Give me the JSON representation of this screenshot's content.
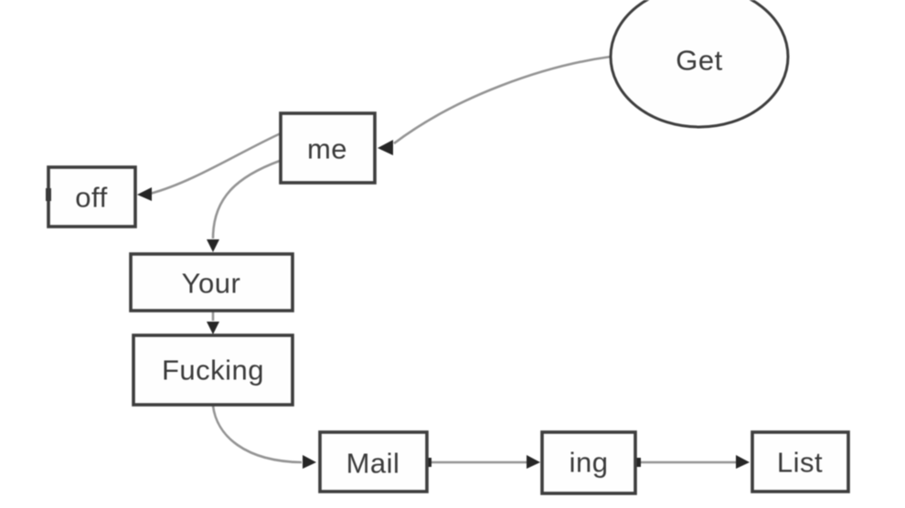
{
  "diagram": {
    "type": "flowchart",
    "background": "#ffffff",
    "colors": {
      "node_border": "#3e3e3e",
      "node_fill": "#fefefe",
      "edge": "#949494",
      "arrowhead": "#262626",
      "text": "#3a3a3a"
    },
    "nodes": [
      {
        "id": "get",
        "label": "Get",
        "shape": "ellipse"
      },
      {
        "id": "me",
        "label": "me",
        "shape": "box"
      },
      {
        "id": "off",
        "label": "off",
        "shape": "box"
      },
      {
        "id": "your",
        "label": "Your",
        "shape": "box"
      },
      {
        "id": "fucking",
        "label": "Fucking",
        "shape": "box"
      },
      {
        "id": "mail",
        "label": "Mail",
        "shape": "box"
      },
      {
        "id": "ing",
        "label": "ing",
        "shape": "box"
      },
      {
        "id": "list",
        "label": "List",
        "shape": "box"
      }
    ],
    "edges": [
      {
        "from": "get",
        "to": "me",
        "arrow": "into right side of me"
      },
      {
        "from": "me",
        "to": "off",
        "arrow": "into right side of off"
      },
      {
        "from": "me",
        "to": "your",
        "arrow": "into top of Your"
      },
      {
        "from": "your",
        "to": "fucking",
        "arrow": "into top of Fucking"
      },
      {
        "from": "fucking",
        "to": "mail",
        "arrow": "into left side of Mail"
      },
      {
        "from": "mail",
        "to": "ing",
        "arrow": "into left side of ing"
      },
      {
        "from": "ing",
        "to": "list",
        "arrow": "into left side of List"
      }
    ]
  }
}
